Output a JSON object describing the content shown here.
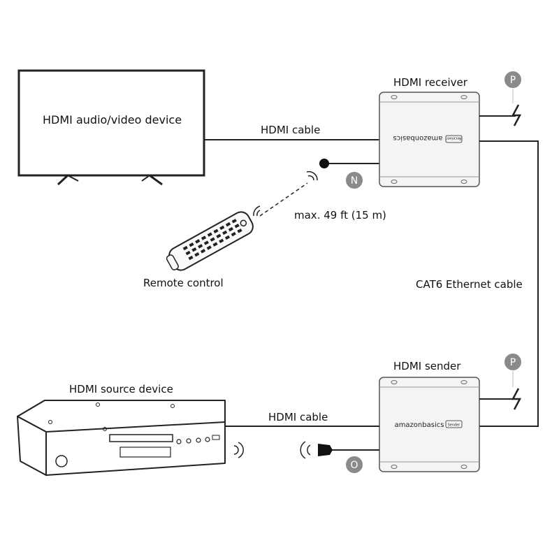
{
  "labels": {
    "tv": "HDMI audio/video device",
    "hdmi_cable_top": "HDMI cable",
    "receiver": "HDMI receiver",
    "range": "max. 49 ft (15 m)",
    "remote": "Remote control",
    "ethernet": "CAT6 Ethernet cable",
    "sender": "HDMI sender",
    "source": "HDMI source device",
    "hdmi_cable_bottom": "HDMI cable"
  },
  "badges": {
    "power_receiver": "P",
    "ir_receiver": "N",
    "power_sender": "P",
    "ir_emitter": "O"
  },
  "device_logos": {
    "receiver_brand": "amazonbasics",
    "receiver_tag": "Receiver",
    "sender_brand": "amazonbasics",
    "sender_tag": "Sender"
  },
  "colors": {
    "line": "#222222",
    "badge_fill": "#8a8a8a",
    "badge_text": "#ffffff",
    "box_fill": "#f4f4f4",
    "background": "#ffffff"
  }
}
